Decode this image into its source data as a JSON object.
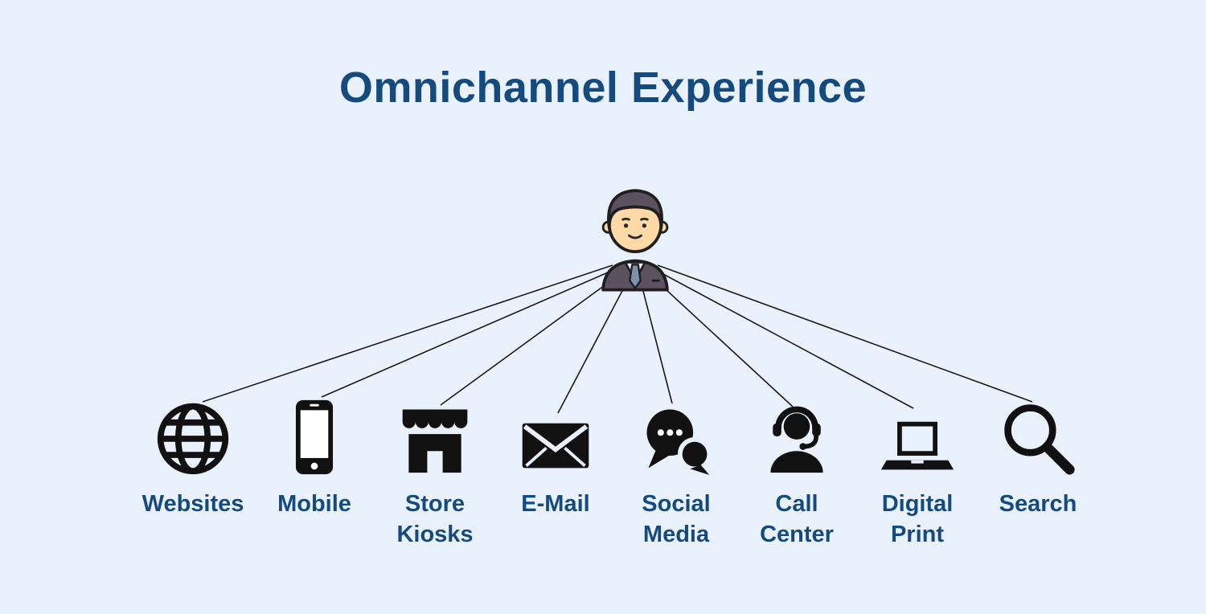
{
  "title": "Omnichannel Experience",
  "person": {
    "name": "customer",
    "description": "businessman avatar at hub of channels"
  },
  "channels": [
    {
      "label": "Websites",
      "icon": "globe-icon"
    },
    {
      "label": "Mobile",
      "icon": "smartphone-icon"
    },
    {
      "label": "Store\nKiosks",
      "icon": "storefront-icon"
    },
    {
      "label": "E-Mail",
      "icon": "envelope-icon"
    },
    {
      "label": "Social\nMedia",
      "icon": "chat-bubbles-icon"
    },
    {
      "label": "Call\nCenter",
      "icon": "headset-agent-icon"
    },
    {
      "label": "Digital\nPrint",
      "icon": "laptop-icon"
    },
    {
      "label": "Search",
      "icon": "magnifier-icon"
    }
  ],
  "colors": {
    "background": "#e9f1fc",
    "heading": "#154a7e",
    "label": "#154a7e",
    "icon": "#111111",
    "connector": "#1a1a1a"
  }
}
